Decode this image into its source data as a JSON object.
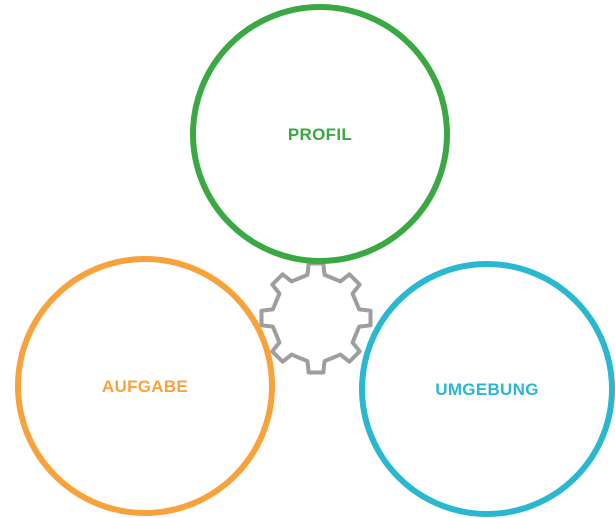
{
  "nodes": {
    "profil": {
      "label": "PROFIL",
      "color": "#3aa843"
    },
    "aufgabe": {
      "label": "AUFGABE",
      "color": "#f7a23b"
    },
    "umgebung": {
      "label": "UMGEBUNG",
      "color": "#2ab7d0"
    }
  },
  "center_icon": {
    "name": "gear-icon",
    "color": "#9e9e9e"
  }
}
